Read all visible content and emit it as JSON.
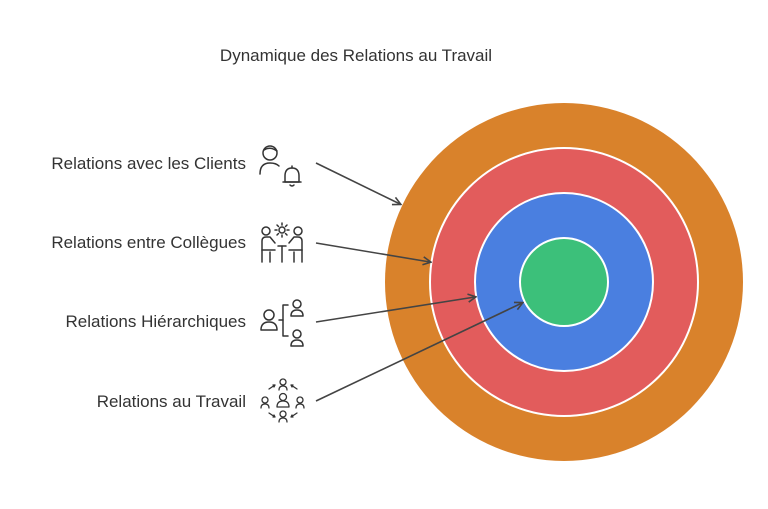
{
  "title": "Dynamique des Relations au Travail",
  "layers": [
    {
      "label": "Relations avec les Clients",
      "icon": "customer-bell-icon",
      "color": "#D9822B"
    },
    {
      "label": "Relations entre Collègues",
      "icon": "colleagues-discussion-icon",
      "color": "#E25C5C"
    },
    {
      "label": "Relations Hiérarchiques",
      "icon": "hierarchy-people-icon",
      "color": "#4A7FE0"
    },
    {
      "label": "Relations au Travail",
      "icon": "team-network-icon",
      "color": "#3CC07A"
    }
  ]
}
